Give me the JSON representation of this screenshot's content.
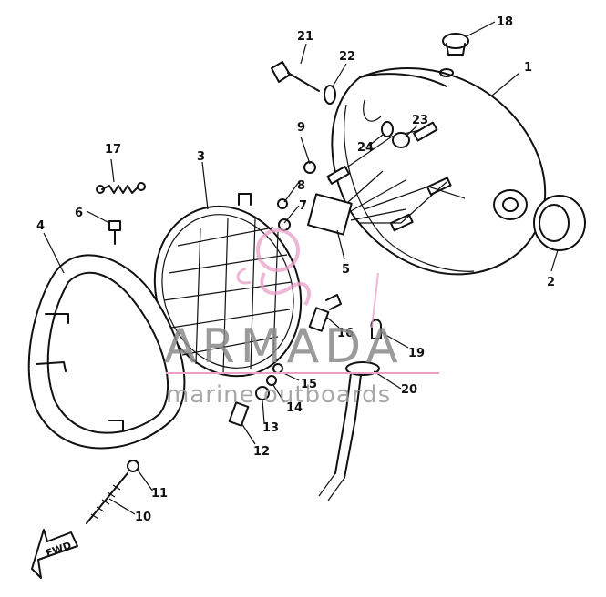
{
  "diagram": {
    "part_numbers": [
      "1",
      "2",
      "3",
      "4",
      "5",
      "6",
      "7",
      "8",
      "9",
      "10",
      "11",
      "12",
      "13",
      "14",
      "15",
      "16",
      "17",
      "18",
      "19",
      "20",
      "21",
      "22",
      "23",
      "24"
    ],
    "direction_arrow": "FWD"
  },
  "watermark": {
    "brand": "ARMADA",
    "tagline": "marine outboards",
    "brand_color": "#e8a0c8"
  }
}
